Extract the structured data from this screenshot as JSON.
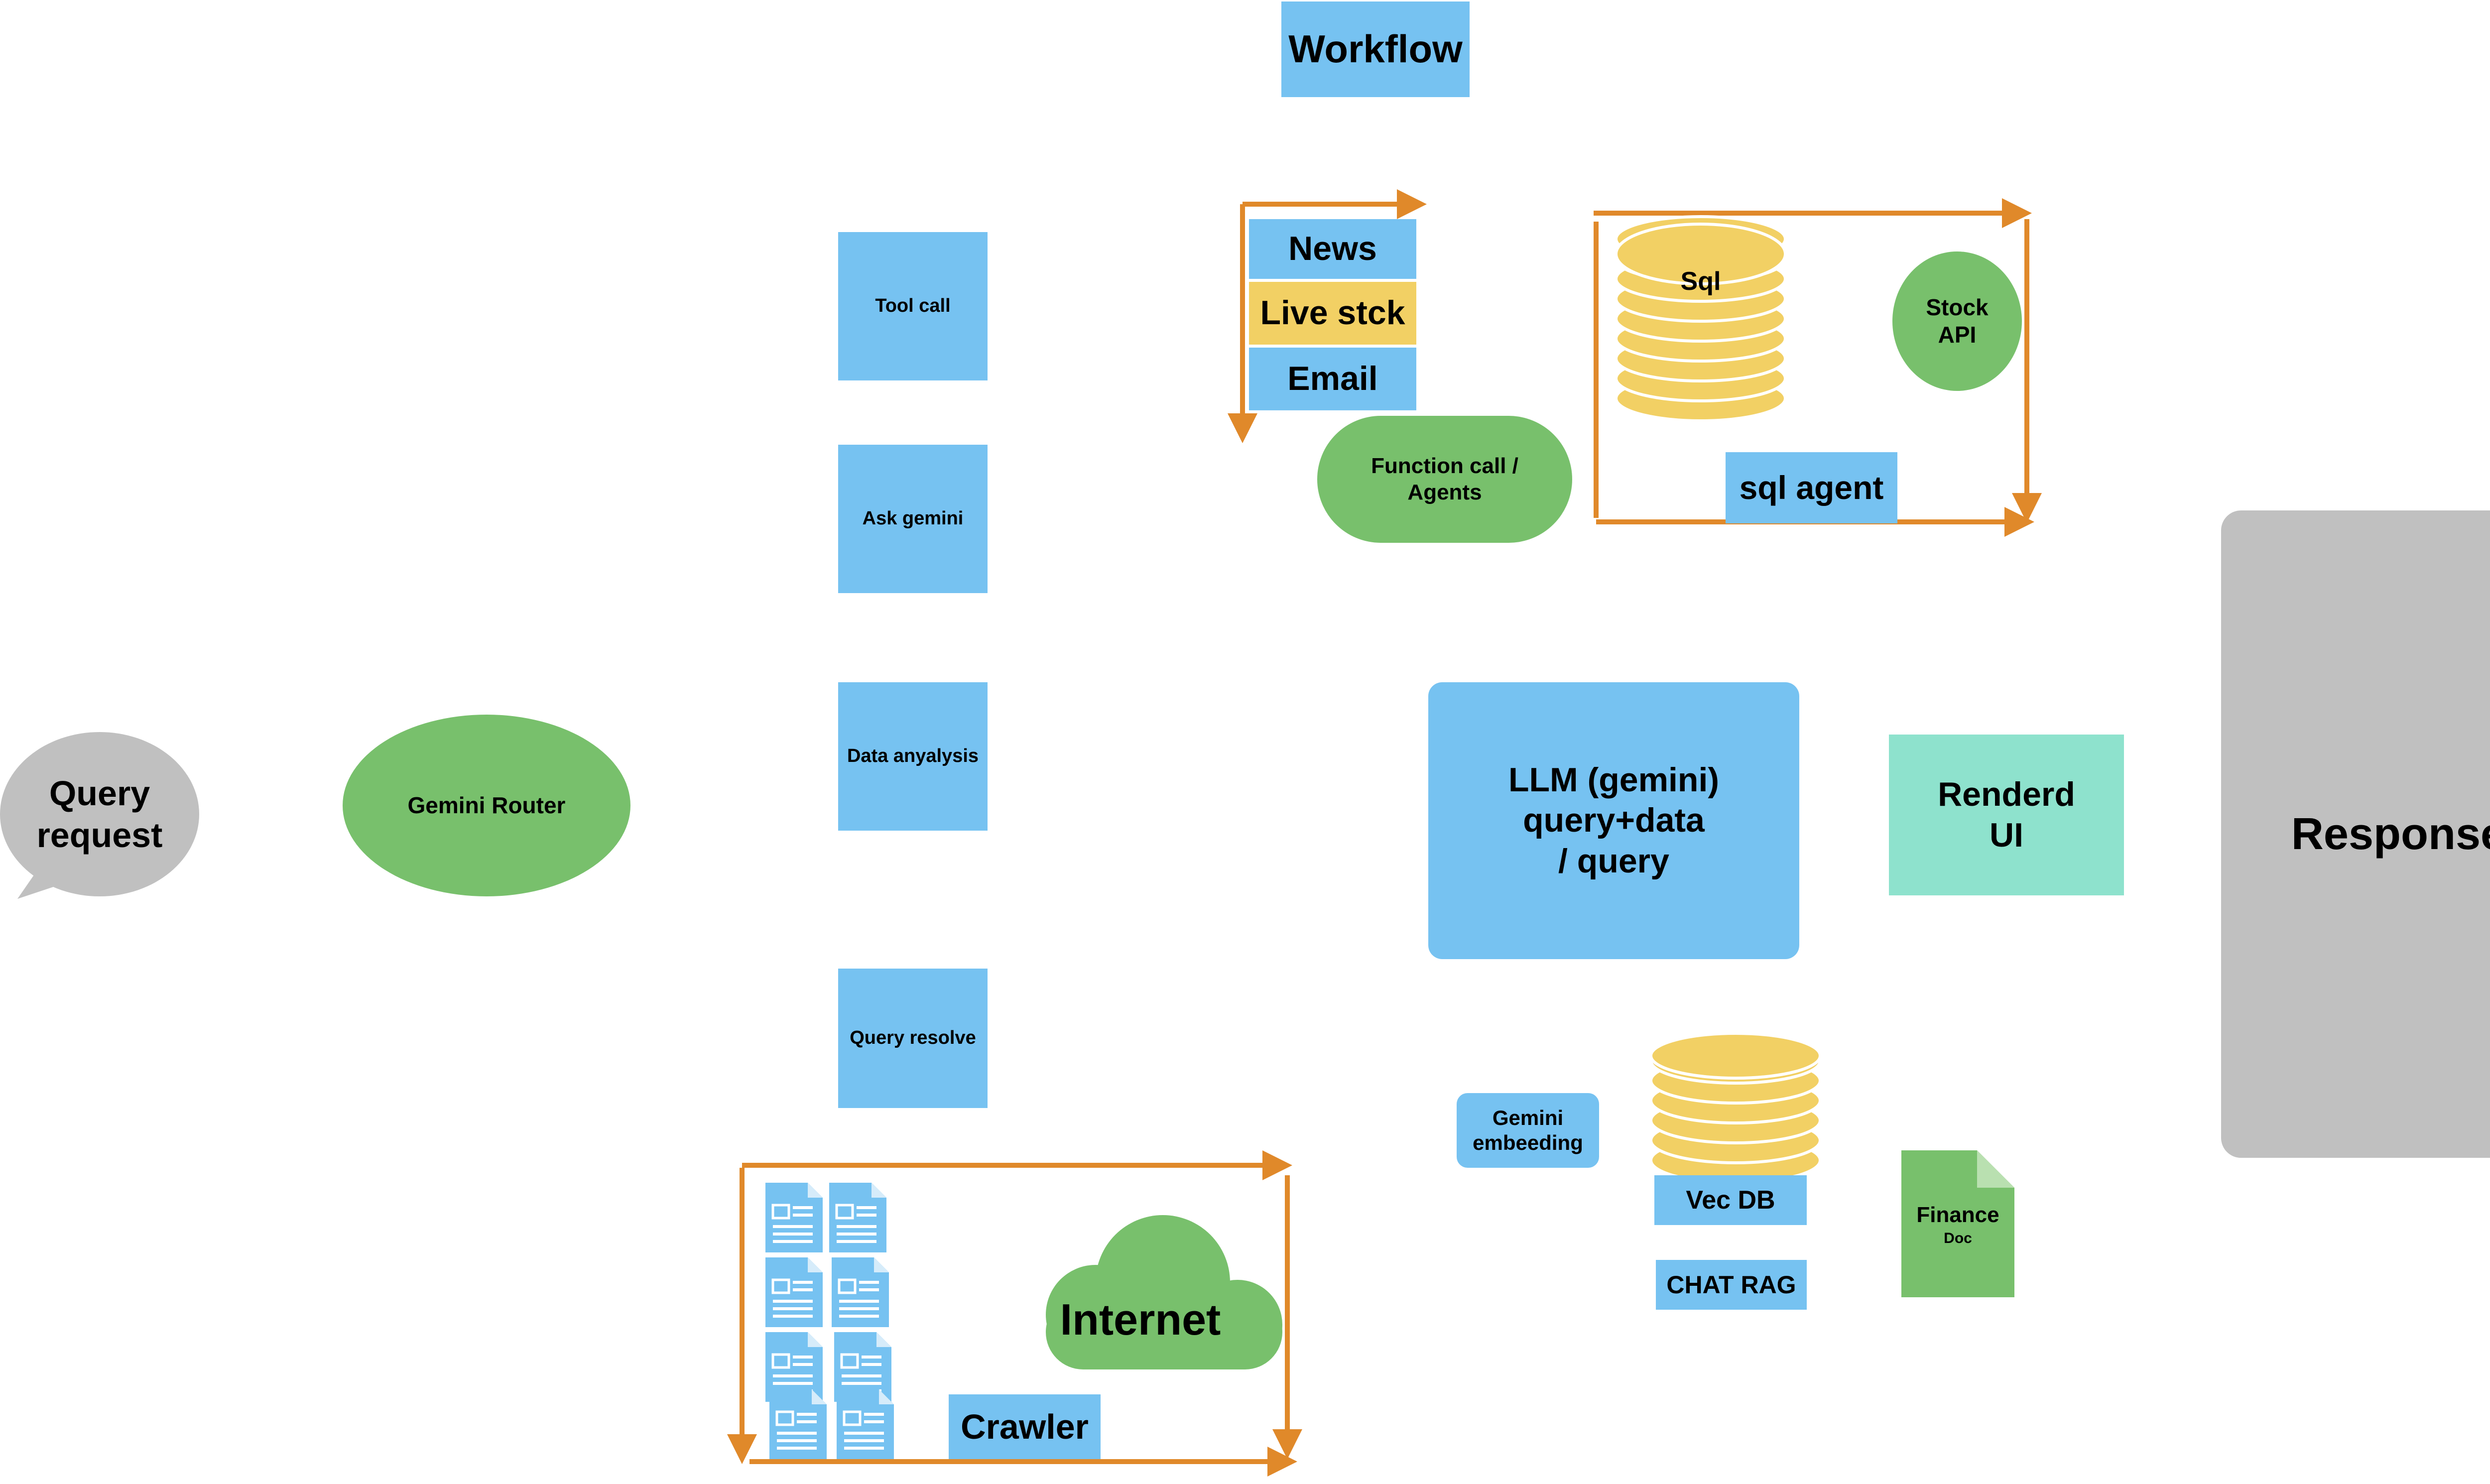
{
  "title": "Workflow",
  "query_request": "Query\nrequest",
  "router": "Gemini Router",
  "left_steps": [
    "Tool call",
    "Ask gemini",
    "Data anyalysis",
    "Query resolve"
  ],
  "tools": {
    "news": "News",
    "live": "Live stck",
    "email": "Email"
  },
  "function_call": "Function call /\nAgents",
  "sql": {
    "db": "Sql",
    "api": "Stock\nAPI",
    "agent": "sql agent"
  },
  "llm": "LLM (gemini)\nquery+data\n/ query",
  "rendered": "Renderd\nUI",
  "response": "Response",
  "rag": {
    "embed": "Gemini\nembeeding",
    "vecdb": "Vec DB",
    "chat": "CHAT RAG",
    "doc": "Finance\nDoc"
  },
  "doc_sub": "Doc",
  "doc_main": "Finance",
  "internet": "Internet",
  "crawler": "Crawler",
  "colors": {
    "blue": "#76c2f1",
    "green": "#78c06c",
    "teal": "#8ee2cd",
    "yellow": "#f2d064",
    "gray": "#c0c0c0",
    "orange": "#e0892a"
  }
}
